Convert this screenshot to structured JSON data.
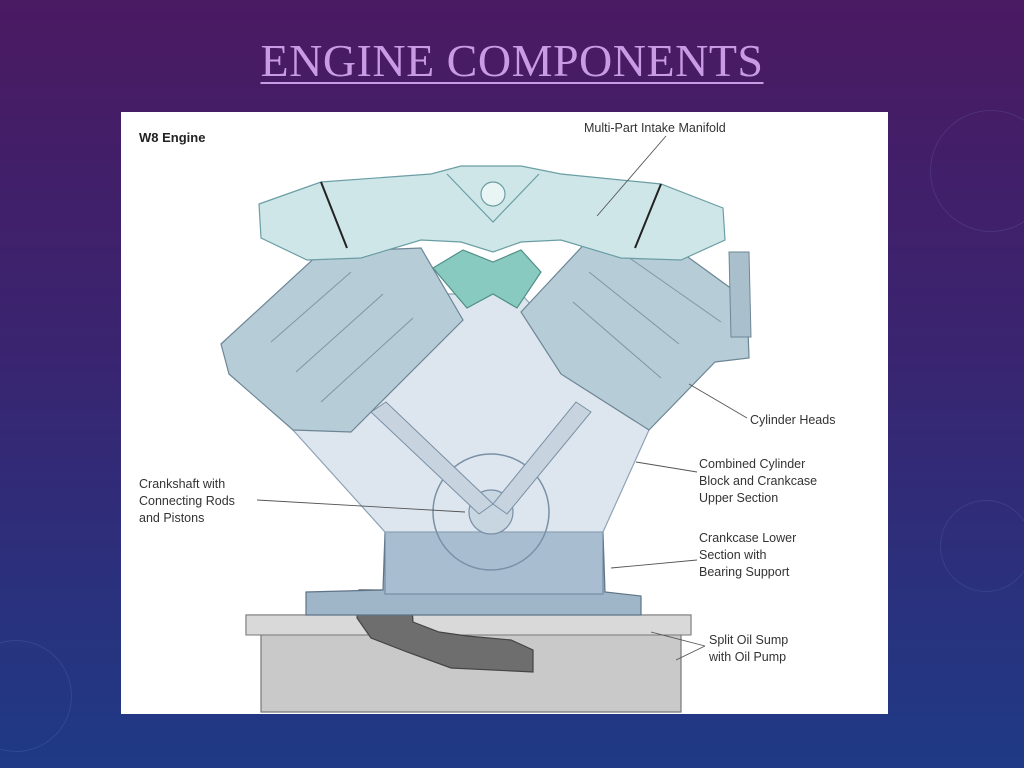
{
  "slide": {
    "title": "ENGINE COMPONENTS"
  },
  "colors": {
    "title_text": "#c99ae6",
    "background_top": "#4a1a62",
    "background_bottom": "#1f3a86",
    "manifold_fill": "#cfe6e8",
    "manifold_throttle": "#88c9c0",
    "head_fill": "#b6ccd6",
    "block_fill": "#dde6ee",
    "lower_crankcase": "#9fb5c8",
    "sump_fill": "#c9c9c9",
    "pump_fill": "#6e6e6e"
  },
  "diagram": {
    "title": "W8 Engine",
    "labels": {
      "intake_manifold": "Multi-Part Intake Manifold",
      "cylinder_heads": "Cylinder Heads",
      "crankshaft": "Crankshaft with\nConnecting Rods\nand Pistons",
      "block_upper": "Combined Cylinder\nBlock and Crankcase\nUpper Section",
      "crankcase_lower": "Crankcase Lower\nSection with\nBearing Support",
      "oil_sump": "Split Oil Sump\nwith Oil Pump"
    }
  }
}
